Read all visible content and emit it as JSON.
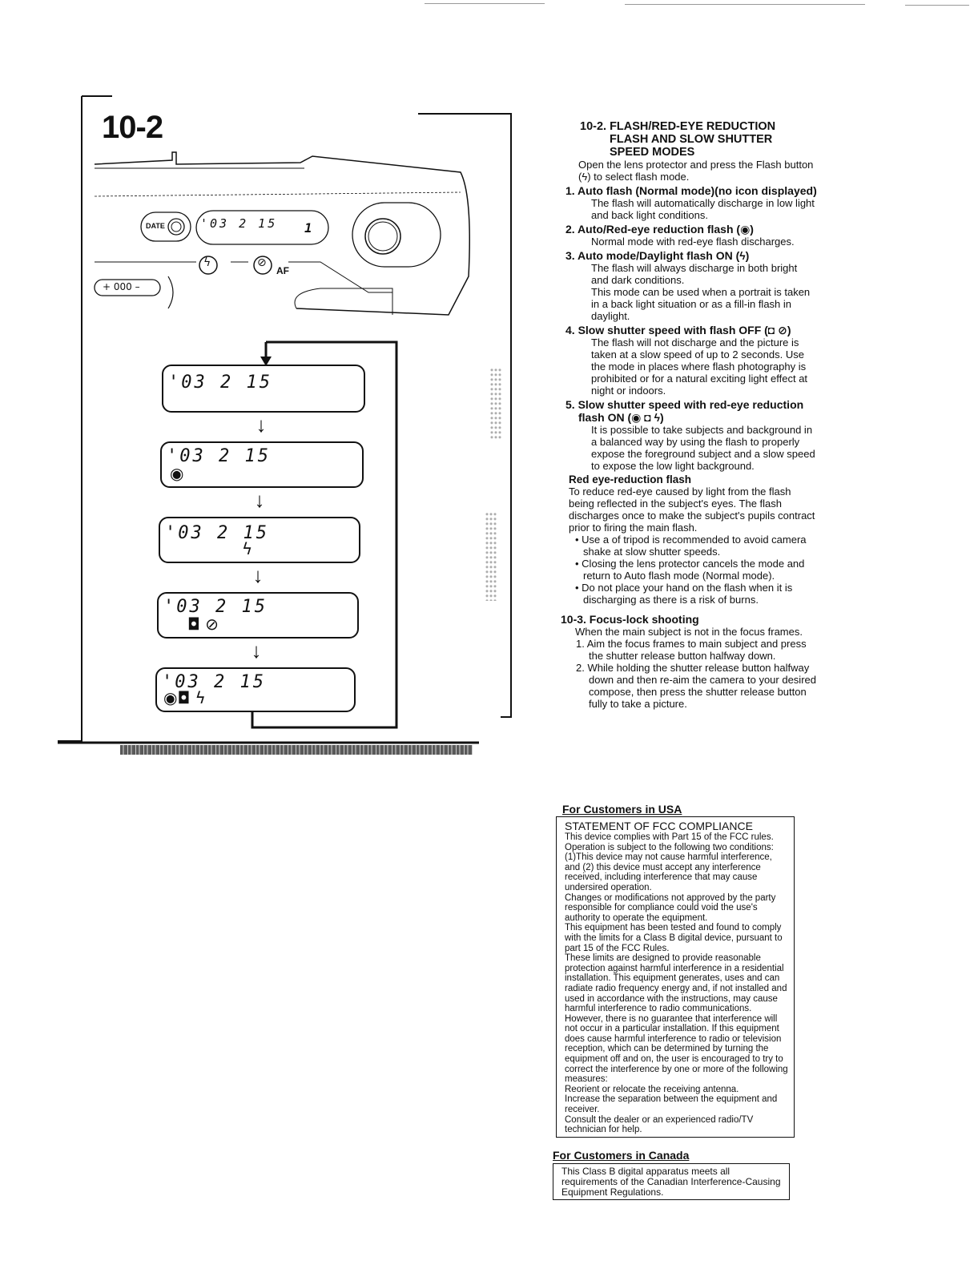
{
  "figure": {
    "title": "10-2",
    "date_label": "DATE",
    "af_label": "AF",
    "top_lcd": "'03 2 15",
    "counter": "1",
    "selector_label": "+ 000 –",
    "lcd_states": [
      {
        "digits": "'03 2 15",
        "icons": ""
      },
      {
        "digits": "'03 2 15",
        "icons": "◉"
      },
      {
        "digits": "'03 2 15",
        "icons": "ϟ"
      },
      {
        "digits": "'03 2 15",
        "icons": "◘  ⊘"
      },
      {
        "digits": "'03 2 15",
        "icons": "◉◘    ϟ"
      }
    ],
    "arrow_glyph": "↓"
  },
  "text": {
    "h102_line1": "10-2. FLASH/RED-EYE REDUCTION",
    "h102_line2": "FLASH AND SLOW SHUTTER",
    "h102_line3": "SPEED MODES",
    "intro": "Open the lens protector and press the Flash button (ϟ) to select flash mode.",
    "i1_title": "1. Auto flash (Normal mode)(no icon displayed)",
    "i1_body": "The flash will automatically discharge in low light and back light conditions.",
    "i2_title": "2. Auto/Red-eye reduction flash (◉)",
    "i2_body": "Normal mode with red-eye flash discharges.",
    "i3_title": "3. Auto mode/Daylight flash ON (ϟ)",
    "i3_body1": "The flash will always discharge in both bright and dark conditions.",
    "i3_body2": "This mode can be used when a portrait is taken in a back light situation or as a fill-in flash in daylight.",
    "i4_title": "4. Slow shutter speed with flash OFF (◘ ⊘)",
    "i4_body": "The flash will not discharge and the picture is taken at a slow speed of up to 2 seconds. Use the mode in places where flash photography is prohibited or for a natural exciting light effect at night or indoors.",
    "i5_title": "5. Slow shutter speed with red-eye reduction flash ON (◉ ◘ ϟ)",
    "i5_body": "It is possible to take subjects and background in a balanced way by using the flash to properly expose the foreground subject and a slow speed to expose the low light background.",
    "red_eye_title": "Red eye-reduction flash",
    "red_eye_body": "To reduce red-eye caused by light from the flash being reflected in the subject's eyes. The flash discharges once to make the subject's pupils contract prior to firing the main flash.",
    "bullet1": "Use a of tripod is recommended to avoid camera shake at slow shutter speeds.",
    "bullet2": "Closing the lens protector cancels the mode and return to Auto flash mode (Normal mode).",
    "bullet3": "Do not place your hand on the flash when it is discharging as there is a risk of burns.",
    "h103": "10-3. Focus-lock shooting",
    "h103_intro": "When the main subject is not in the focus frames.",
    "s1": "1. Aim the focus frames to main subject and press the shutter release button halfway down.",
    "s2": "2. While holding the shutter release button halfway down and then re-aim the camera to your desired compose, then press the shutter release button fully to take a picture.",
    "usa_title": "For Customers in USA",
    "fcc_head": "STATEMENT OF FCC COMPLIANCE",
    "fcc_p1": "This device complies with Part 15 of the FCC rules. Operation is subject to the following two conditions: (1)This device may not cause harmful interference, and (2) this device must accept any interference received, including interference that may cause undersired operation.",
    "fcc_p2": "Changes or modifications not approved by the party responsible for compliance could void the use's authority to operate the equipment.",
    "fcc_p3": "This equipment has been tested and found to comply with the limits for a Class B digital device, pursuant to part 15 of the FCC Rules.",
    "fcc_p4": "These limits are designed to provide reasonable protection against harmful interference in a residential installation. This equipment generates, uses and can radiate radio frequency energy and, if not installed and used in accordance with the instructions, may cause harmful interference to radio communications. However, there is no guarantee that interference will not occur in a particular installation. If this equipment does cause harmful interference to radio or television reception, which can be determined by turning the equipment off and on, the user is encouraged to try to correct the interference by one or more of the following measures:",
    "fcc_p5": "Reorient or relocate the receiving antenna.",
    "fcc_p6": "Increase the separation between the equipment and receiver.",
    "fcc_p7": "Consult the dealer or an experienced radio/TV technician for help.",
    "canada_title": "For Customers in Canada",
    "canada_body": "This Class B digital apparatus meets all requirements of the Canadian Interference-Causing Equipment Regulations."
  }
}
